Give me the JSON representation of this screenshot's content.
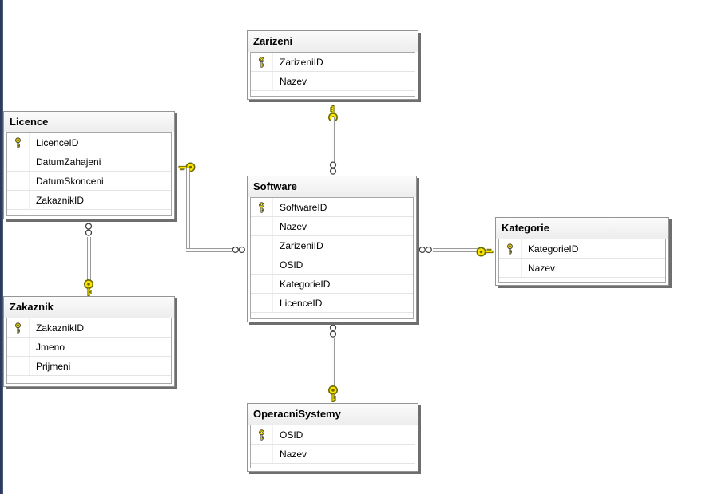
{
  "app": {
    "view": "database-diagram-designer",
    "canvas_background": "#ffffff",
    "window_edge_colors": [
      "#2c3a58",
      "#4e5f84"
    ]
  },
  "tables": [
    {
      "title": "Zarizeni",
      "columns": [
        {
          "name": "ZarizeniID",
          "pk": true
        },
        {
          "name": "Nazev",
          "pk": false
        }
      ]
    },
    {
      "title": "Licence",
      "columns": [
        {
          "name": "LicenceID",
          "pk": true
        },
        {
          "name": "DatumZahajeni",
          "pk": false
        },
        {
          "name": "DatumSkonceni",
          "pk": false
        },
        {
          "name": "ZakaznikID",
          "pk": false
        }
      ]
    },
    {
      "title": "Software",
      "columns": [
        {
          "name": "SoftwareID",
          "pk": true
        },
        {
          "name": "Nazev",
          "pk": false
        },
        {
          "name": "ZarizeniID",
          "pk": false
        },
        {
          "name": "OSID",
          "pk": false
        },
        {
          "name": "KategorieID",
          "pk": false
        },
        {
          "name": "LicenceID",
          "pk": false
        }
      ]
    },
    {
      "title": "Kategorie",
      "columns": [
        {
          "name": "KategorieID",
          "pk": true
        },
        {
          "name": "Nazev",
          "pk": false
        }
      ]
    },
    {
      "title": "Zakaznik",
      "columns": [
        {
          "name": "ZakaznikID",
          "pk": true
        },
        {
          "name": "Jmeno",
          "pk": false
        },
        {
          "name": "Prijmeni",
          "pk": false
        }
      ]
    },
    {
      "title": "OperacniSystemy",
      "columns": [
        {
          "name": "OSID",
          "pk": true
        },
        {
          "name": "Nazev",
          "pk": false
        }
      ]
    }
  ],
  "relationships": [
    {
      "one_side": "Zarizeni",
      "many_side": "Software",
      "one_symbol": "key",
      "many_symbol": "infinity"
    },
    {
      "one_side": "Licence",
      "many_side": "Software",
      "one_symbol": "key",
      "many_symbol": "infinity"
    },
    {
      "one_side": "Kategorie",
      "many_side": "Software",
      "one_symbol": "key",
      "many_symbol": "infinity"
    },
    {
      "one_side": "Zakaznik",
      "many_side": "Licence",
      "one_symbol": "key",
      "many_symbol": "infinity"
    },
    {
      "one_side": "OperacniSystemy",
      "many_side": "Software",
      "one_symbol": "key",
      "many_symbol": "infinity"
    }
  ],
  "icons": {
    "primary_key": "key-icon",
    "one_side_endpoint": "key-icon",
    "many_side_endpoint": "infinity-icon"
  },
  "colors": {
    "key_yellow": "#ffe400",
    "key_outline": "#6b6b00",
    "connector_gray": "#9a9a9a",
    "table_border": "#949494",
    "table_shadow": "#6e6e6e",
    "header_background": "#f0f0f0",
    "row_separator": "#e4e4e4"
  }
}
